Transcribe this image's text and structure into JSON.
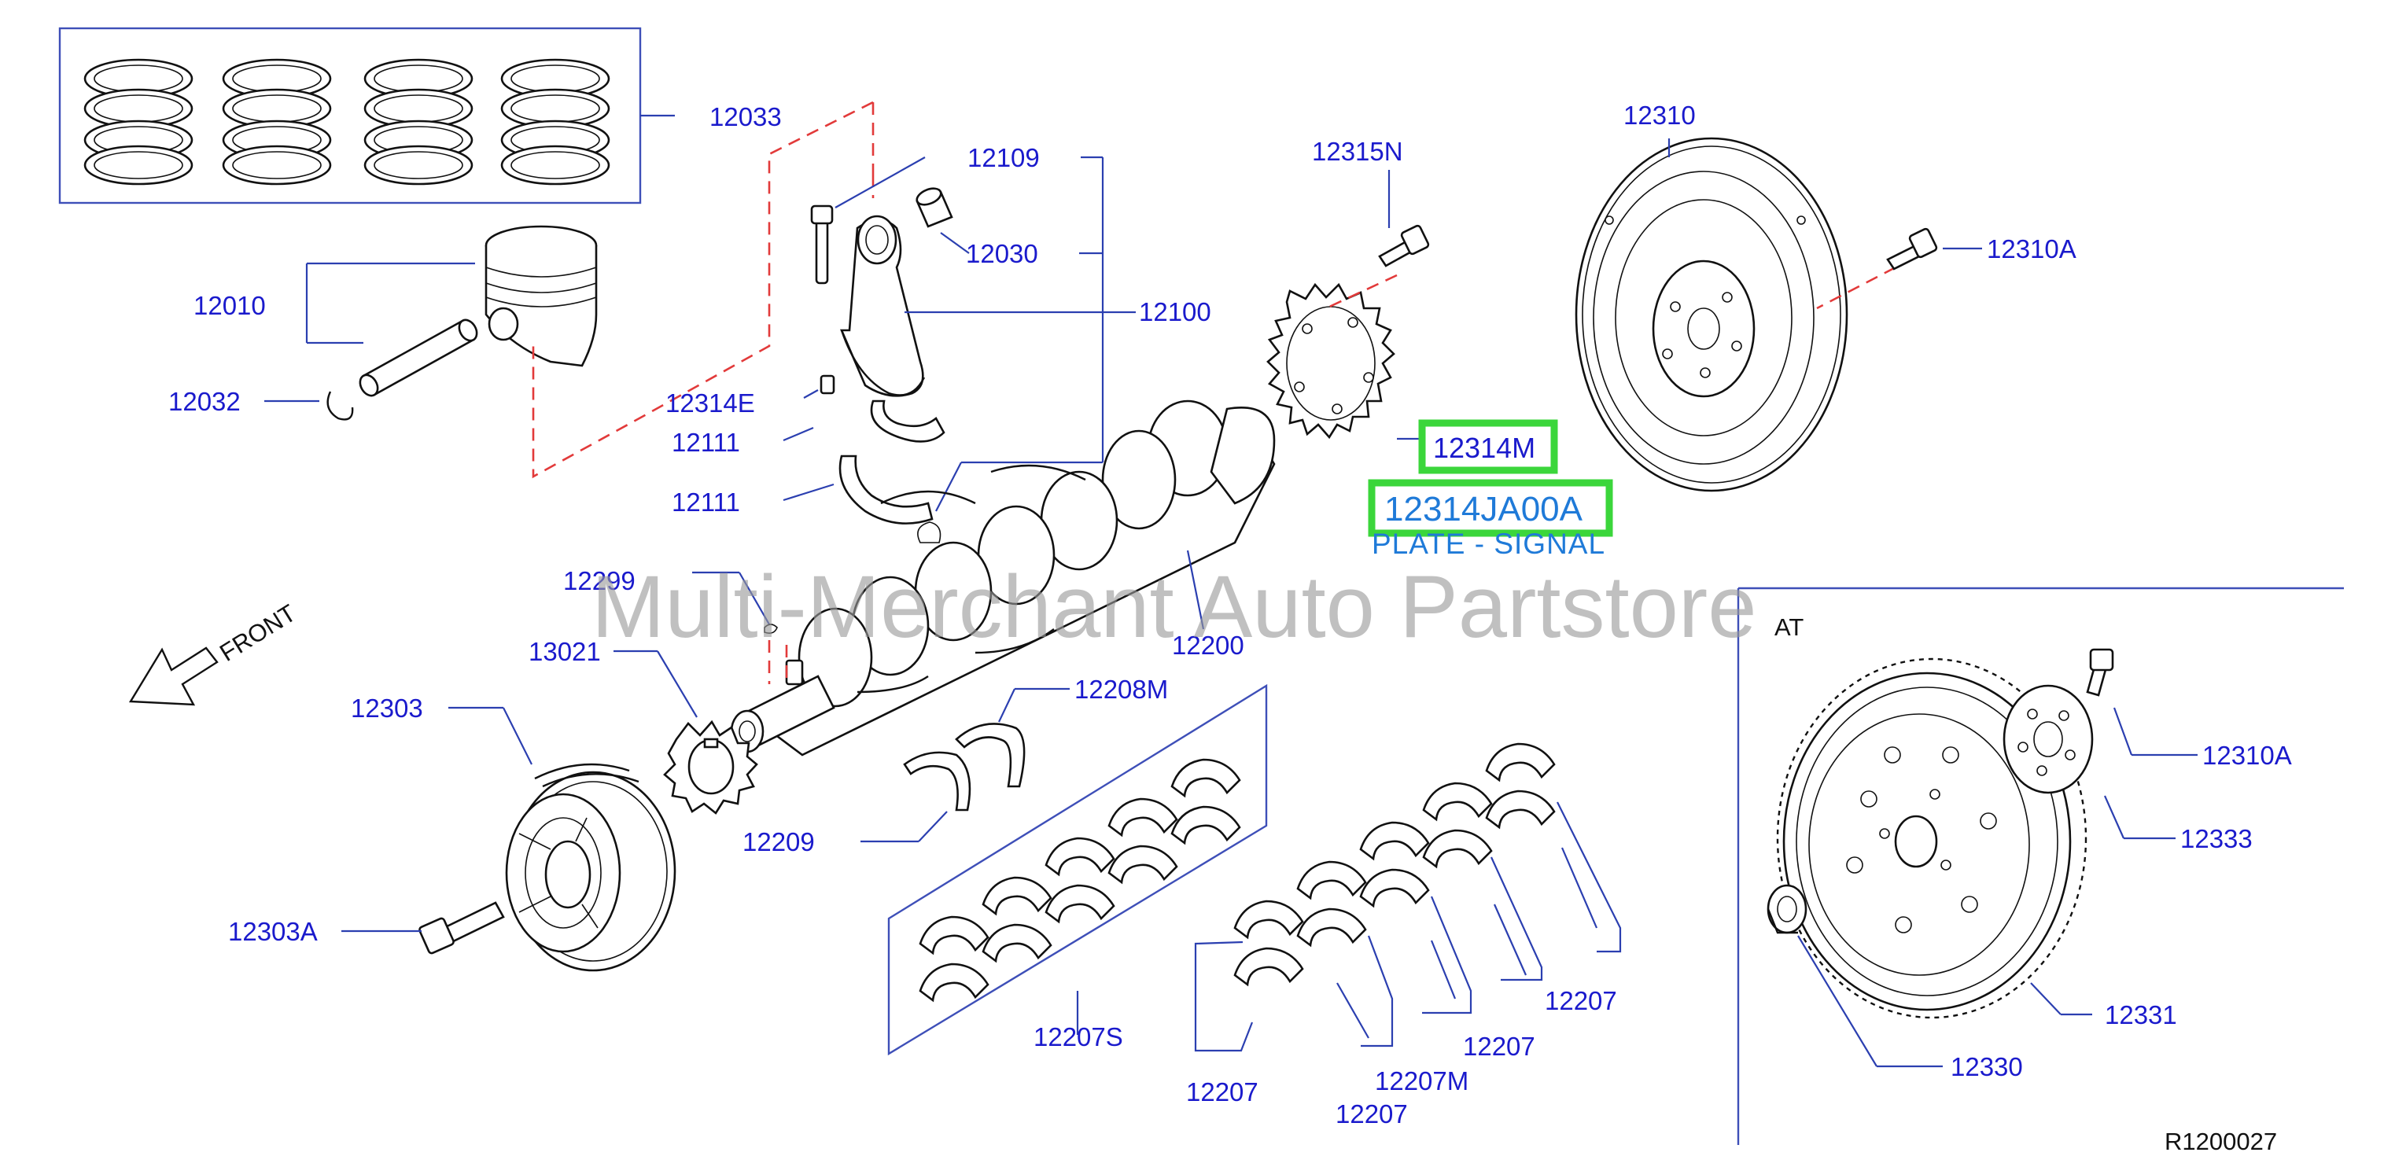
{
  "diagram": {
    "watermark": "Multi-Merchant Auto Partstore",
    "front_label": "FRONT",
    "section_at_label": "AT",
    "reference_code": "R1200027",
    "highlight": {
      "code": "12314M",
      "part_number": "12314JA00A",
      "description": "PLATE - SIGNAL"
    },
    "part_labels": {
      "p12033": "12033",
      "p12109": "12109",
      "p12030": "12030",
      "p12100": "12100",
      "p12010": "12010",
      "p12032": "12032",
      "p12314E": "12314E",
      "p12111a": "12111",
      "p12111b": "12111",
      "p12315N": "12315N",
      "p12310": "12310",
      "p12310A": "12310A",
      "p12299": "12299",
      "p13021": "13021",
      "p12200": "12200",
      "p12303": "12303",
      "p12208M": "12208M",
      "p12209": "12209",
      "p12303A": "12303A",
      "p12207S": "12207S",
      "p12207a": "12207",
      "p12207b": "12207",
      "p12207c": "12207",
      "p12207d": "12207",
      "p12207M": "12207M",
      "p12310A_at": "12310A",
      "p12333": "12333",
      "p12331": "12331",
      "p12330": "12330"
    }
  }
}
